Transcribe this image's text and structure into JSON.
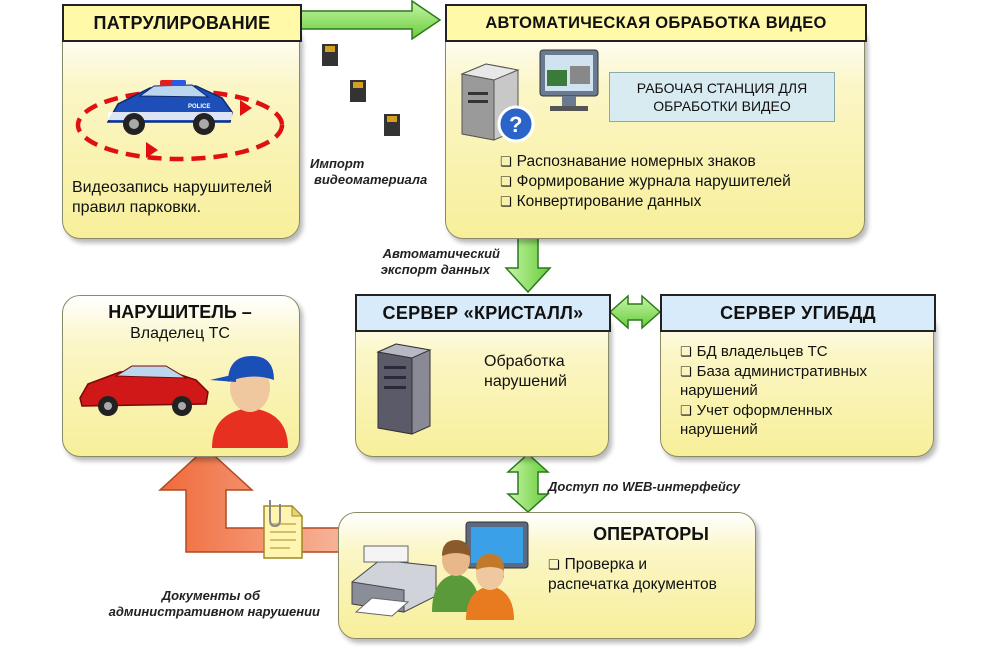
{
  "patrol": {
    "title": "ПАТРУЛИРОВАНИЕ",
    "description_line1": "Видеозапись нарушителей",
    "description_line2": "правил парковки.",
    "car_label": "POLICE"
  },
  "video_processing": {
    "title": "АВТОМАТИЧЕСКАЯ ОБРАБОТКА ВИДЕО",
    "workstation_line1": "РАБОЧАЯ СТАНЦИЯ ДЛЯ",
    "workstation_line2": "ОБРАБОТКИ ВИДЕО",
    "items": [
      "Распознавание номерных знаков",
      "Формирование журнала нарушителей",
      "Конвертирование данных"
    ]
  },
  "import_label_line1": "Импорт",
  "import_label_line2": "видеоматериала",
  "export_label_line1": "Автоматический",
  "export_label_line2": "экспорт данных",
  "violator": {
    "title_line1": "НАРУШИТЕЛЬ –",
    "title_line2": "Владелец ТС"
  },
  "kristall_server": {
    "title": "СЕРВЕР «КРИСТАЛЛ»",
    "text_line1": "Обработка",
    "text_line2": "нарушений"
  },
  "ugibdd_server": {
    "title": "СЕРВЕР УГИБДД",
    "items": [
      {
        "line1": "БД владельцев ТС",
        "line2": ""
      },
      {
        "line1": "База административных",
        "line2": "нарушений"
      },
      {
        "line1": "Учет оформленных",
        "line2": "нарушений"
      }
    ]
  },
  "web_access_label": "Доступ по WEB-интерфейсу",
  "operators": {
    "title": "ОПЕРАТОРЫ",
    "item_line1": "Проверка и",
    "item_line2": "распечатка документов"
  },
  "documents_label_line1": "Документы об",
  "documents_label_line2": "административном нарушении",
  "colors": {
    "panel_yellow": "#f7ef9a",
    "title_yellow": "#fff9a8",
    "title_blue": "#d8ebfa",
    "arrow_green": "#8ee26a",
    "arrow_orange": "#f08a5a",
    "dashed_red": "#e01010"
  }
}
